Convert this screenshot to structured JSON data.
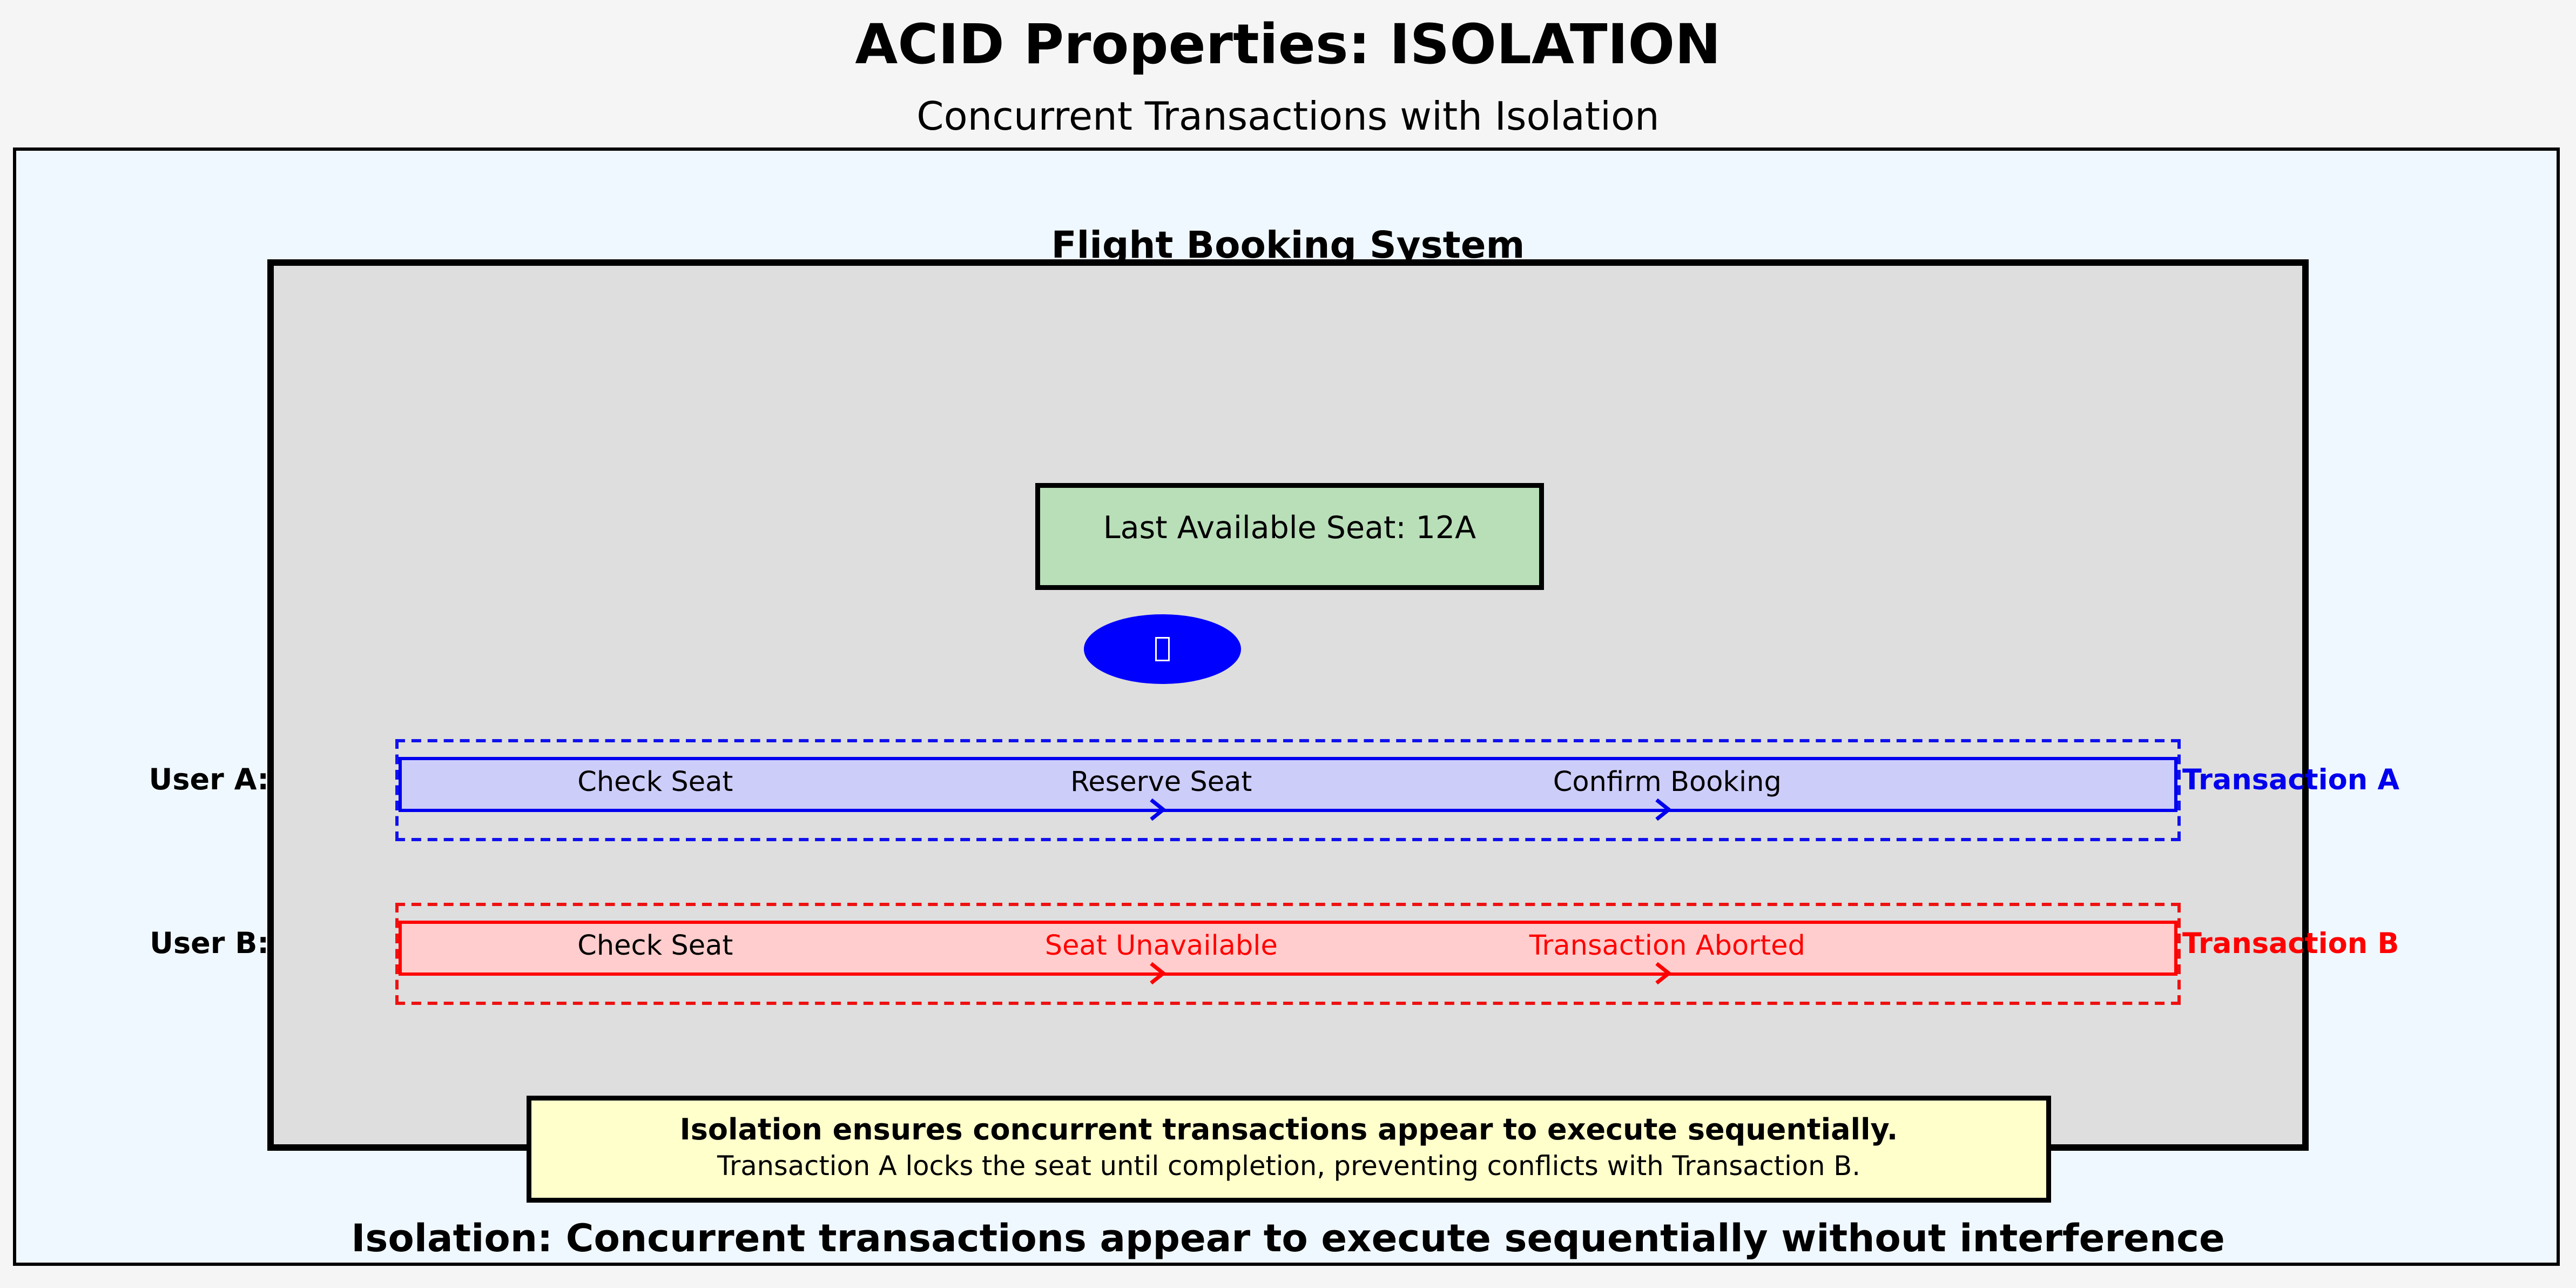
{
  "header": {
    "title": "ACID Properties: ISOLATION",
    "subtitle": "Concurrent Transactions with Isolation"
  },
  "system": {
    "title": "Flight Booking System",
    "seat_status": "Last Available Seat: 12A",
    "actor_icon": "missing-glyph-placeholder"
  },
  "transactions": [
    {
      "user_label": "User A:",
      "name": "Transaction A",
      "steps": [
        "Check Seat",
        "Reserve Seat",
        "Confirm Booking"
      ],
      "color": "#0000ee",
      "fill": "#cdcdfa"
    },
    {
      "user_label": "User B:",
      "name": "Transaction B",
      "steps": [
        "Check Seat",
        "Seat Unavailable",
        "Transaction Aborted"
      ],
      "color": "#ff0000",
      "fill": "#ffcdcd"
    }
  ],
  "note": {
    "line1": "Isolation ensures concurrent transactions appear to execute sequentially.",
    "line2": "Transaction A locks the seat until completion, preventing conflicts with Transaction B."
  },
  "caption": "Isolation: Concurrent transactions appear to execute sequentially without interference",
  "colors": {
    "page_bg": "#f5f5f5",
    "panel_bg": "#f0f8ff",
    "system_box_bg": "#dedede",
    "seat_box_bg": "#b9dfb9",
    "note_bg": "#ffffcc",
    "ellipse_blue": "#0000ff",
    "blue_accent": "#0000ee",
    "red_accent": "#ff0000",
    "border_black": "#000000"
  }
}
